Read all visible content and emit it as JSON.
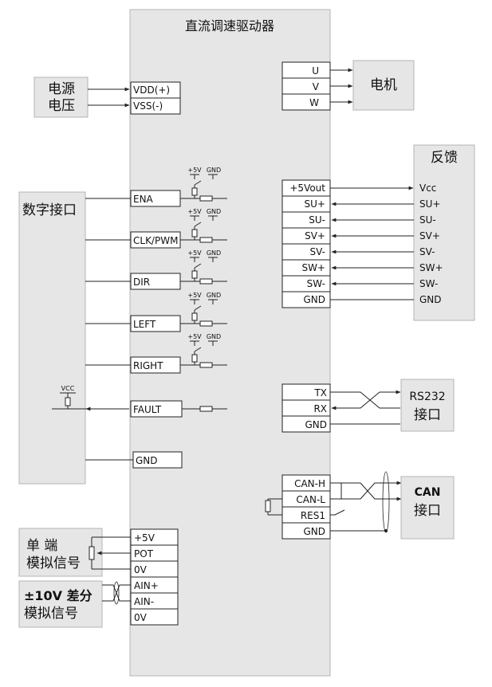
{
  "driver": {
    "title": "直流调速驱动器"
  },
  "power": {
    "title_line1": "电源",
    "title_line2": "电压",
    "pins": [
      "VDD(+)",
      "VSS(-)"
    ]
  },
  "motor": {
    "label": "电机",
    "pins": [
      "U",
      "V",
      "W"
    ]
  },
  "feedback": {
    "title": "反馈",
    "driver_pins": [
      "+5Vout",
      "SU+",
      "SU-",
      "SV+",
      "SV-",
      "SW+",
      "SW-",
      "GND"
    ],
    "device_pins": [
      "Vcc",
      "SU+",
      "SU-",
      "SV+",
      "SV-",
      "SW+",
      "SW-",
      "GND"
    ]
  },
  "digital": {
    "title": "数字接口",
    "pins": [
      "ENA",
      "CLK/PWM",
      "DIR",
      "LEFT",
      "RIGHT",
      "FAULT",
      "GND"
    ],
    "plus5v_label": "+5V",
    "gnd_label": "GND",
    "vcc_label": "VCC"
  },
  "rs232": {
    "title_line1": "RS232",
    "title_line2": "接口",
    "pins": [
      "TX",
      "RX",
      "GND"
    ]
  },
  "can": {
    "title_line1": "CAN",
    "title_line2": "接口",
    "pins": [
      "CAN-H",
      "CAN-L",
      "RES1",
      "GND"
    ]
  },
  "analog_single": {
    "title_line1": "单 端",
    "title_line2": "模拟信号",
    "pins": [
      "+5V",
      "POT",
      "0V"
    ]
  },
  "analog_diff": {
    "title_line1": "±10V 差分",
    "title_line2": "模拟信号",
    "pins": [
      "AIN+",
      "AIN-",
      "0V"
    ]
  }
}
